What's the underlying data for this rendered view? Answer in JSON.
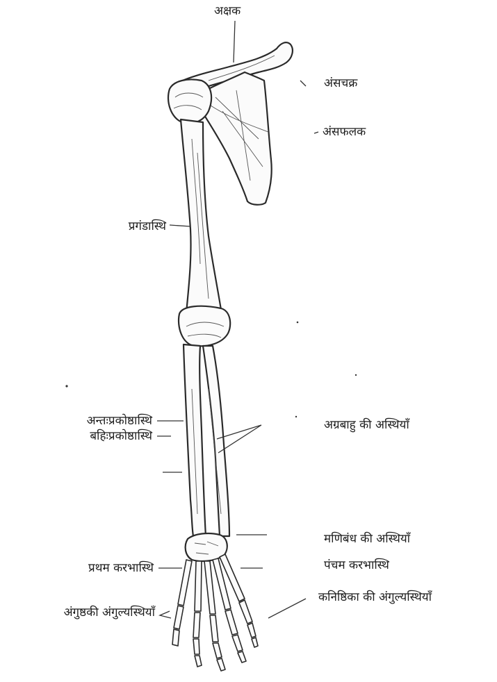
{
  "labels": {
    "clavicle": "अक्षक",
    "acromion": "अंसचक्र",
    "scapula": "अंसफलक",
    "humerus": "प्रगंडास्थि",
    "ulna": "अन्तःप्रकोष्ठास्थि",
    "radius": "बहिःप्रकोष्ठास्थि",
    "forearm_bones": "अग्रबाहु की अस्थियाँ",
    "carpals": "मणिबंध की अस्थियाँ",
    "first_metacarpal": "प्रथम करभास्थि",
    "fifth_metacarpal": "पंचम करभास्थि",
    "thumb_phalanges": "अंगुष्ठकी अंगुल्यस्थियाँ",
    "little_finger_phalanges": "कनिष्ठिका की अंगुल्यस्थियाँ"
  }
}
